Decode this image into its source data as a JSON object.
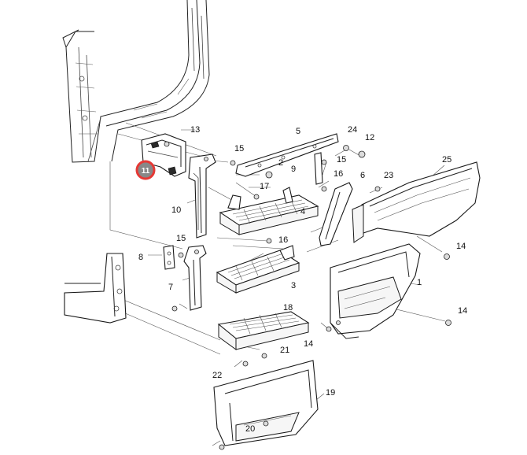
{
  "callouts": [
    {
      "id": "13",
      "label": "13"
    },
    {
      "id": "11",
      "label": "11",
      "highlighted": true
    },
    {
      "id": "10",
      "label": "10"
    },
    {
      "id": "15a",
      "label": "15"
    },
    {
      "id": "5",
      "label": "5"
    },
    {
      "id": "24",
      "label": "24"
    },
    {
      "id": "12",
      "label": "12"
    },
    {
      "id": "15b",
      "label": "15"
    },
    {
      "id": "2",
      "label": "2"
    },
    {
      "id": "9",
      "label": "9"
    },
    {
      "id": "16a",
      "label": "16"
    },
    {
      "id": "6",
      "label": "6"
    },
    {
      "id": "23",
      "label": "23"
    },
    {
      "id": "25",
      "label": "25"
    },
    {
      "id": "17",
      "label": "17"
    },
    {
      "id": "4",
      "label": "4"
    },
    {
      "id": "16b",
      "label": "16"
    },
    {
      "id": "15c",
      "label": "15"
    },
    {
      "id": "8",
      "label": "8"
    },
    {
      "id": "14a",
      "label": "14"
    },
    {
      "id": "7",
      "label": "7"
    },
    {
      "id": "3",
      "label": "3"
    },
    {
      "id": "1",
      "label": "1"
    },
    {
      "id": "14b",
      "label": "14"
    },
    {
      "id": "18",
      "label": "18"
    },
    {
      "id": "14c",
      "label": "14"
    },
    {
      "id": "21",
      "label": "21"
    },
    {
      "id": "22",
      "label": "22"
    },
    {
      "id": "19",
      "label": "19"
    },
    {
      "id": "20",
      "label": "20"
    }
  ],
  "highlight_color": "#e53935"
}
